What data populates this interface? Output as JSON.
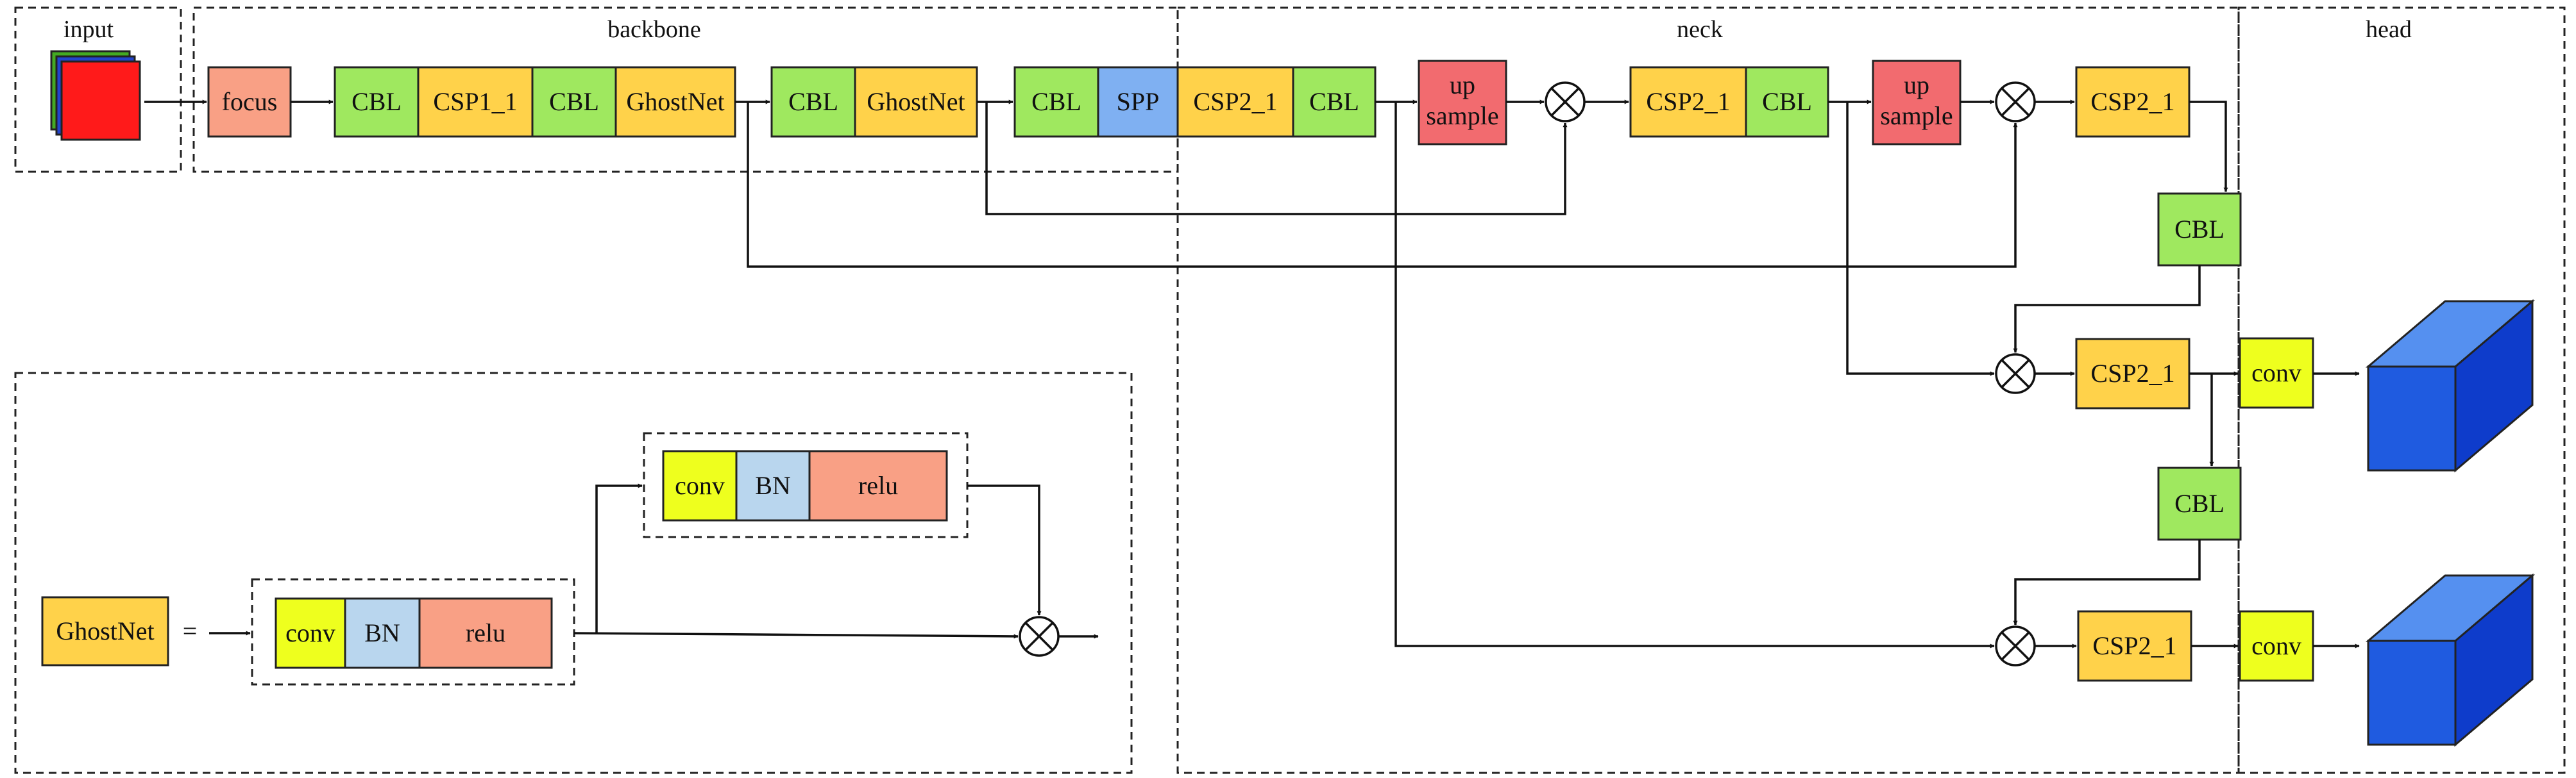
{
  "regions": {
    "input": "input",
    "backbone": "backbone",
    "neck": "neck",
    "head": "head"
  },
  "blocks": {
    "focus": "focus",
    "cbl": "CBL",
    "csp1_1": "CSP1_1",
    "ghostnet": "GhostNet",
    "spp": "SPP",
    "csp2_1": "CSP2_1",
    "upsample_line1": "up",
    "upsample_line2": "sample",
    "conv": "conv",
    "bn": "BN",
    "relu": "relu"
  },
  "legend": {
    "ghostnet": "GhostNet",
    "equals": "="
  },
  "colors": {
    "green": "#9FE85F",
    "orange": "#FFD24A",
    "salmon": "#F9A085",
    "red": "#F26B6F",
    "blue": "#7FB0F2",
    "yellow": "#EEFF1E",
    "lightblue": "#B9D6EE",
    "cube_front": "#1F5BE0",
    "cube_top": "#5590F0",
    "cube_side": "#0E3CCB",
    "input_red": "#FF1A1A",
    "input_blue": "#2244CC",
    "input_green": "#44AA22"
  }
}
